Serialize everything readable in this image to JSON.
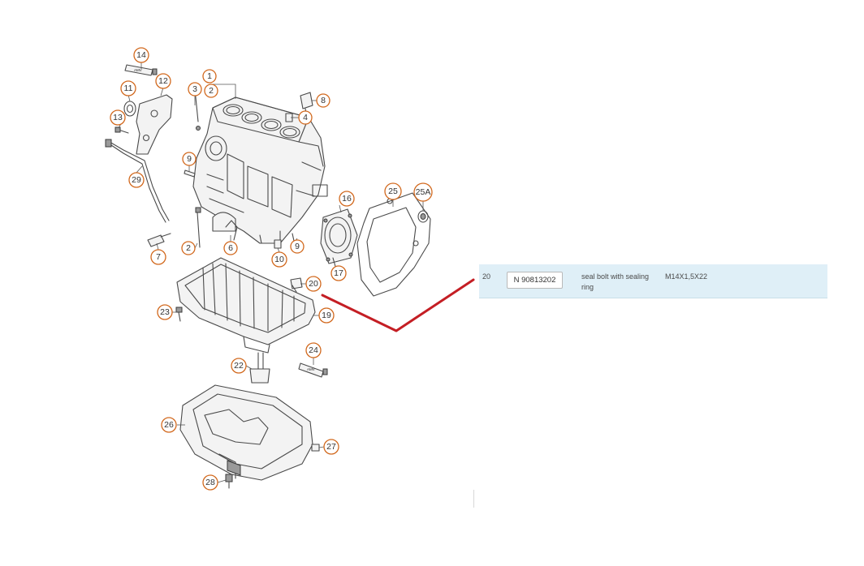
{
  "colors": {
    "callout_ring": "#d2691e",
    "pointer_arrow": "#c41e24",
    "row_background": "#dfeff7"
  },
  "callouts": [
    {
      "id": "c14",
      "label": "14"
    },
    {
      "id": "c11",
      "label": "11"
    },
    {
      "id": "c12",
      "label": "12"
    },
    {
      "id": "c13",
      "label": "13"
    },
    {
      "id": "c3",
      "label": "3"
    },
    {
      "id": "c1",
      "label": "1"
    },
    {
      "id": "c2a",
      "label": "2"
    },
    {
      "id": "c8",
      "label": "8"
    },
    {
      "id": "c4",
      "label": "4"
    },
    {
      "id": "c9a",
      "label": "9"
    },
    {
      "id": "c29",
      "label": "29"
    },
    {
      "id": "c25",
      "label": "25"
    },
    {
      "id": "c25a",
      "label": "25A"
    },
    {
      "id": "c16",
      "label": "16"
    },
    {
      "id": "c6",
      "label": "6"
    },
    {
      "id": "c2b",
      "label": "2"
    },
    {
      "id": "c7",
      "label": "7"
    },
    {
      "id": "c10",
      "label": "10"
    },
    {
      "id": "c9b",
      "label": "9"
    },
    {
      "id": "c17",
      "label": "17"
    },
    {
      "id": "c20",
      "label": "20"
    },
    {
      "id": "c23",
      "label": "23"
    },
    {
      "id": "c19",
      "label": "19"
    },
    {
      "id": "c24",
      "label": "24"
    },
    {
      "id": "c22",
      "label": "22"
    },
    {
      "id": "c26",
      "label": "26"
    },
    {
      "id": "c27",
      "label": "27"
    },
    {
      "id": "c28",
      "label": "28"
    }
  ],
  "sealant_tag": "AMV",
  "part_row": {
    "position": "20",
    "part_number": "N 90813202",
    "description": "seal bolt with sealing ring",
    "size": "M14X1,5X22"
  }
}
